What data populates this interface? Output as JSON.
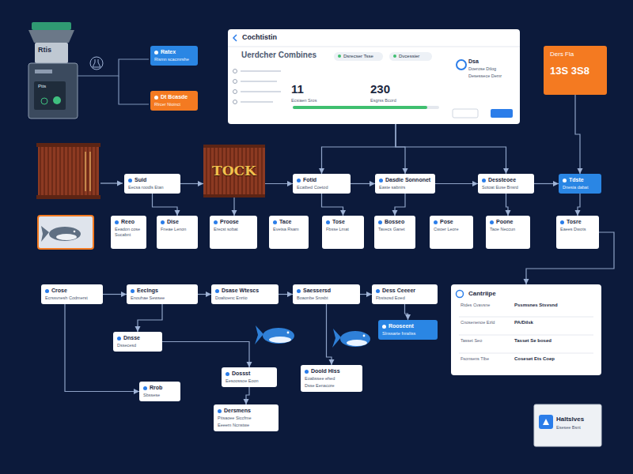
{
  "diagram": {
    "nodes": [
      {
        "text": [
          "Cochtistin",
          "Uerdcher Combines"
        ]
      },
      {
        "text": [
          "11",
          "Ecsiaen Sros"
        ],
        "in": 0
      },
      {
        "text": [
          "230",
          "Esgrss Bcord"
        ],
        "in": 0
      },
      {
        "text": [
          "Dsrecser Tsse"
        ],
        "in": 0
      },
      {
        "text": [
          "Dvcessier"
        ],
        "in": 0
      },
      {
        "text": [
          "Dsa",
          "Doerose Dtlog",
          "Desessece Demr"
        ],
        "in": 0
      },
      {
        "text": [
          "Ratex",
          "Rismn scacmrshe"
        ]
      },
      {
        "text": [
          "Ders Fla",
          "13S 3S8"
        ]
      },
      {
        "text": [
          "Dt Bcasde",
          "Rlrcer Nioinct"
        ]
      },
      {
        "text": [
          "Suid",
          "Eecsa roodls Etan"
        ]
      },
      {
        "text": [
          "TOCK"
        ]
      },
      {
        "text": [
          "Fotid",
          "Ecatbed Coetod"
        ]
      },
      {
        "text": [
          "Dasdie Sonnonet",
          "Easte sabnirs"
        ]
      },
      {
        "text": [
          "Dessteoee",
          "Sotoat Euse Bnsrd"
        ]
      },
      {
        "text": [
          "Tdste",
          "Dnesia dabat"
        ]
      },
      {
        "text": [
          "Reeo",
          "Eeadon cose Sucabnt"
        ]
      },
      {
        "text": [
          "Dise",
          "Fneae Lenon"
        ]
      },
      {
        "text": [
          "Proose",
          "Erecst sobat"
        ]
      },
      {
        "text": [
          "Tace",
          "Evetsa Rsam"
        ]
      },
      {
        "text": [
          "Tose",
          "Fbsse Lmat"
        ]
      },
      {
        "text": [
          "Bosseo",
          "Tavecs Ganet"
        ]
      },
      {
        "text": [
          "Pose",
          "Cwoer Leore"
        ]
      },
      {
        "text": [
          "Poone",
          "Taoe Neccun"
        ]
      },
      {
        "text": [
          "Tosre",
          "Eaees Dwots"
        ]
      },
      {
        "text": [
          "Crose",
          "Ecrssvnesh Codmerst"
        ]
      },
      {
        "text": [
          "Eeclngs",
          "Enouhae Sewsee"
        ]
      },
      {
        "text": [
          "Dsase Wtescs",
          "Doaltoenc Enrtio"
        ]
      },
      {
        "text": [
          "Saessersd",
          "Boaonbe Srosbt"
        ]
      },
      {
        "text": [
          "Dess Ceeeer",
          "Fbstsosd Eoed"
        ]
      },
      {
        "text": [
          "Cantriipe"
        ]
      },
      {
        "text": [
          "Rooseent",
          "Slnssarte fnraltss"
        ]
      },
      {
        "text": [
          "Dnsse",
          "Dssecesd"
        ]
      },
      {
        "text": [
          "Doold Hiss",
          "Eoabssee ehed",
          "Dsse Eenacore"
        ]
      },
      {
        "text": [
          "Dossst",
          "Eesoossoe Eoon"
        ]
      },
      {
        "text": [
          "Rrob",
          "Sbssese"
        ]
      },
      {
        "text": [
          "Dersmens",
          "Pitsaoee Siccfme",
          "Eeeem Ncnstwe"
        ]
      },
      {
        "text": [
          "Haltslves",
          "Esesee Bsnt"
        ]
      }
    ],
    "edges": [
      {
        "from": 9,
        "to": 10,
        "arrow": "to"
      },
      {
        "from": 10,
        "to": 11,
        "arrow": "to"
      },
      {
        "from": 11,
        "to": 12,
        "arrow": "to"
      },
      {
        "from": 12,
        "to": 13,
        "arrow": "to"
      },
      {
        "from": 13,
        "to": 14,
        "arrow": "to"
      },
      {
        "from": 0,
        "to": 11,
        "arrow": "to"
      },
      {
        "from": 0,
        "to": 12,
        "arrow": "to"
      },
      {
        "from": 0,
        "to": 13,
        "arrow": "to"
      },
      {
        "from": 7,
        "to": 14,
        "arrow": "to"
      },
      {
        "from": 9,
        "to": 16,
        "arrow": "to"
      },
      {
        "from": 10,
        "to": 17,
        "arrow": "to"
      },
      {
        "from": 11,
        "to": 19,
        "arrow": "to"
      },
      {
        "from": 12,
        "to": 20,
        "arrow": "to"
      },
      {
        "from": 13,
        "to": 22,
        "arrow": "to"
      },
      {
        "from": 14,
        "to": 23,
        "arrow": "to"
      },
      {
        "from": 23,
        "to": 29,
        "arrow": "to"
      },
      {
        "from": 24,
        "to": 25,
        "arrow": "to"
      },
      {
        "from": 25,
        "to": 26,
        "arrow": "to"
      },
      {
        "from": 26,
        "to": 27,
        "arrow": "to"
      },
      {
        "from": 27,
        "to": 28,
        "arrow": "to"
      },
      {
        "from": 28,
        "to": 30,
        "arrow": "to"
      },
      {
        "from": 25,
        "to": 31,
        "arrow": "to"
      },
      {
        "from": 24,
        "to": 34,
        "arrow": "to"
      },
      {
        "from": 31,
        "to": 33,
        "arrow": "to"
      },
      {
        "from": 27,
        "to": 32,
        "arrow": "to"
      },
      {
        "from": 33,
        "to": 35,
        "arrow": "to"
      }
    ],
    "labels": [
      "Rtis",
      "Ptts",
      "Rtdes Cvavsne",
      "Pssmsnes Stsvsnd",
      "Cnosenenoe Ezld",
      "PA/Dilsk",
      "Tasset Seo",
      "Tasset Se bosed",
      "Fsonsens Tlbe",
      "Coseset Ets Coep"
    ]
  }
}
